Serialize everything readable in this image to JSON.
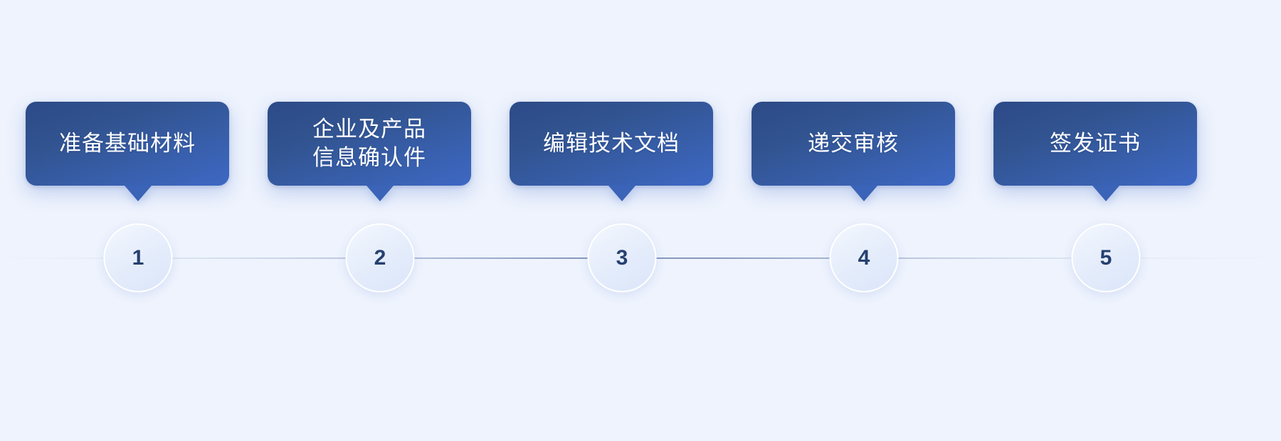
{
  "theme": {
    "background": "#eef3fd",
    "card_gradient_start": "#2c4a87",
    "card_gradient_end": "#3d68c4",
    "card_text_color": "#ffffff",
    "node_fill": "#e4ecfb",
    "node_border": "#ffffff",
    "node_number_color": "#26406f",
    "rail_color": "#2c4a8a",
    "pointer_color": "#3b63b7"
  },
  "flow": {
    "type": "horizontal-step-timeline",
    "total_steps": 5,
    "steps": [
      {
        "number": "1",
        "label": "准备基础材料",
        "lines": 1
      },
      {
        "number": "2",
        "label": "企业及产品\n信息确认件",
        "lines": 2
      },
      {
        "number": "3",
        "label": "编辑技术文档",
        "lines": 1
      },
      {
        "number": "4",
        "label": "递交审核",
        "lines": 1
      },
      {
        "number": "5",
        "label": "签发证书",
        "lines": 1
      }
    ]
  }
}
